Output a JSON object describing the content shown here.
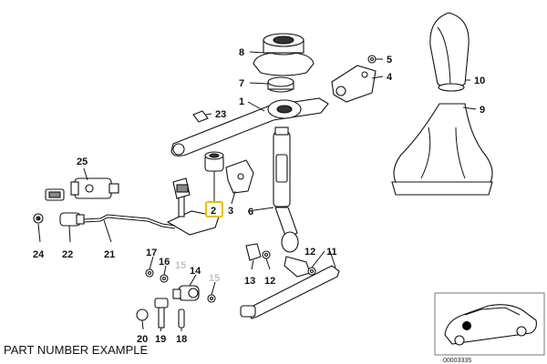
{
  "caption": "PART NUMBER EXAMPLE",
  "thumbnail_code": "00003335",
  "highlight_color": "#e8c000",
  "callouts": {
    "p1": "1",
    "p2": "2",
    "p3": "3",
    "p4": "4",
    "p5": "5",
    "p6": "6",
    "p7": "7",
    "p8": "8",
    "p9": "9",
    "p10": "10",
    "p11": "11",
    "p12a": "12",
    "p12b": "12",
    "p13": "13",
    "p14": "14",
    "p15a": "15",
    "p15b": "15",
    "p16": "16",
    "p17": "17",
    "p18": "18",
    "p19": "19",
    "p20": "20",
    "p21": "21",
    "p22": "22",
    "p23": "23",
    "p24": "24",
    "p25": "25"
  }
}
